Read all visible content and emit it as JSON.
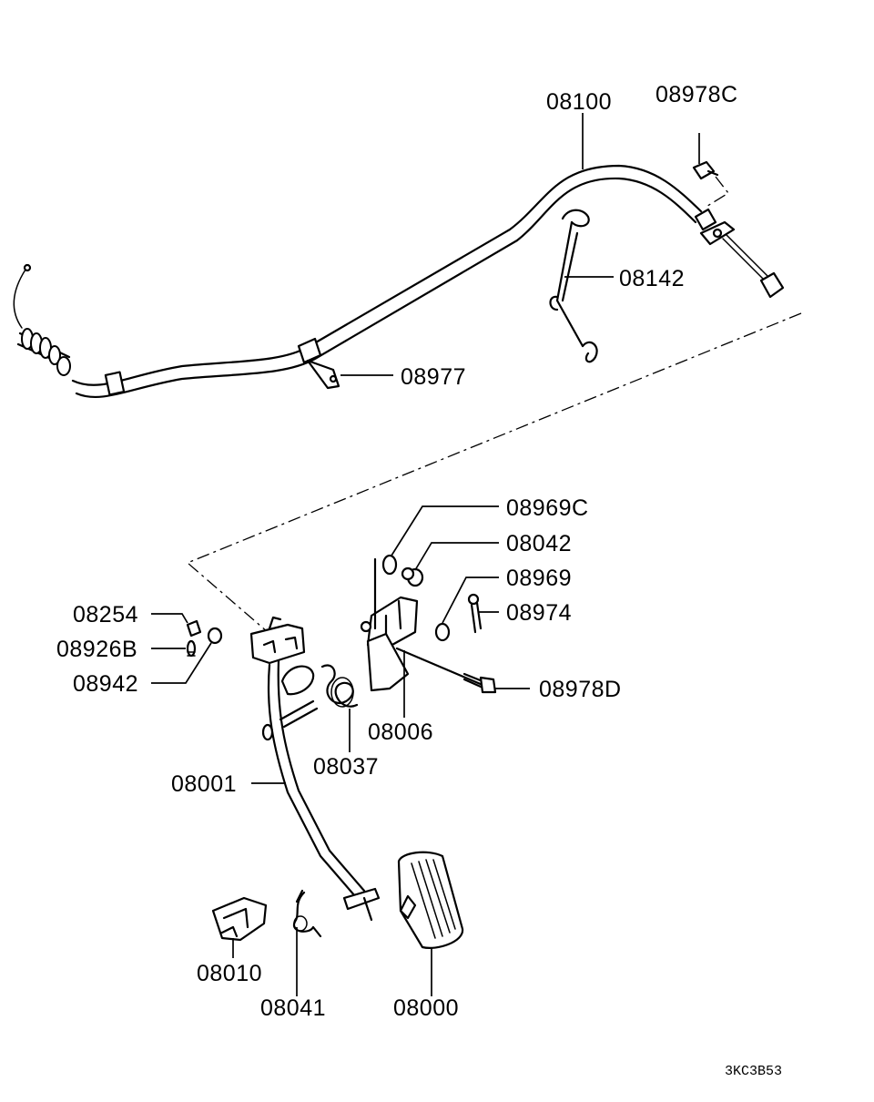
{
  "diagram": {
    "labels": {
      "p08100": "08100",
      "p08978C": "08978C",
      "p08142": "08142",
      "p08977": "08977",
      "p08969C": "08969C",
      "p08042": "08042",
      "p08969": "08969",
      "p08974": "08974",
      "p08254": "08254",
      "p08926B": "08926B",
      "p08942": "08942",
      "p08978D": "08978D",
      "p08006": "08006",
      "p08037": "08037",
      "p08001": "08001",
      "p08010": "08010",
      "p08041": "08041",
      "p08000": "08000"
    },
    "figure_code": "3KC3B53"
  }
}
